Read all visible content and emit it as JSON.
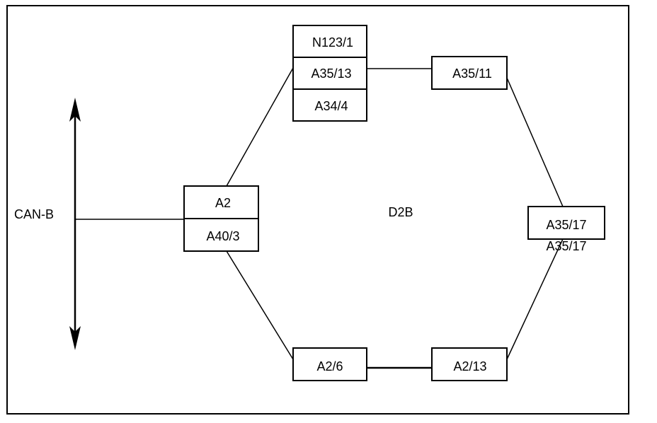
{
  "labels": {
    "bus": "CAN-B",
    "ring": "D2B"
  },
  "nodes": {
    "n123_1": "N123/1",
    "a35_13": "A35/13",
    "a34_4": "A34/4",
    "a35_11": "A35/11",
    "a2": "A2",
    "a40_3": "A40/3",
    "a35_17": "A35/17",
    "a35_17_ghost": "A35/17",
    "a2_6": "A2/6",
    "a2_13": "A2/13"
  },
  "colors": {
    "stroke": "#000000",
    "background": "#ffffff"
  }
}
